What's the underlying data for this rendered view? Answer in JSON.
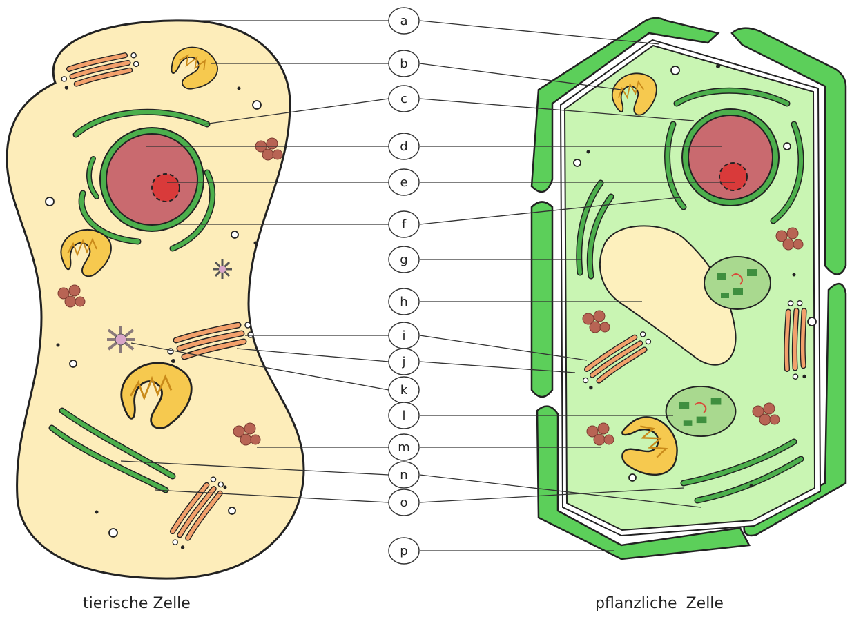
{
  "labels": [
    "a",
    "b",
    "c",
    "d",
    "e",
    "f",
    "g",
    "h",
    "i",
    "j",
    "k",
    "l",
    "m",
    "n",
    "o",
    "p"
  ],
  "captions": {
    "animal": "tierische Zelle",
    "plant": "pflanzliche  Zelle"
  },
  "colors": {
    "animal_cytoplasm": "#fdedba",
    "plant_cytoplasm": "#c9f5b3",
    "cell_wall": "#5ccf5a",
    "nucleus": "#c96a6f",
    "nucleolus": "#d93a3a",
    "er": "#4caf4c",
    "golgi": "#f2a06b",
    "mitochondrion": "#f6c94f",
    "vacuole": "#fdf0bd",
    "chloroplast": "#a9d98f",
    "vesicle_brown": "#b86454"
  }
}
